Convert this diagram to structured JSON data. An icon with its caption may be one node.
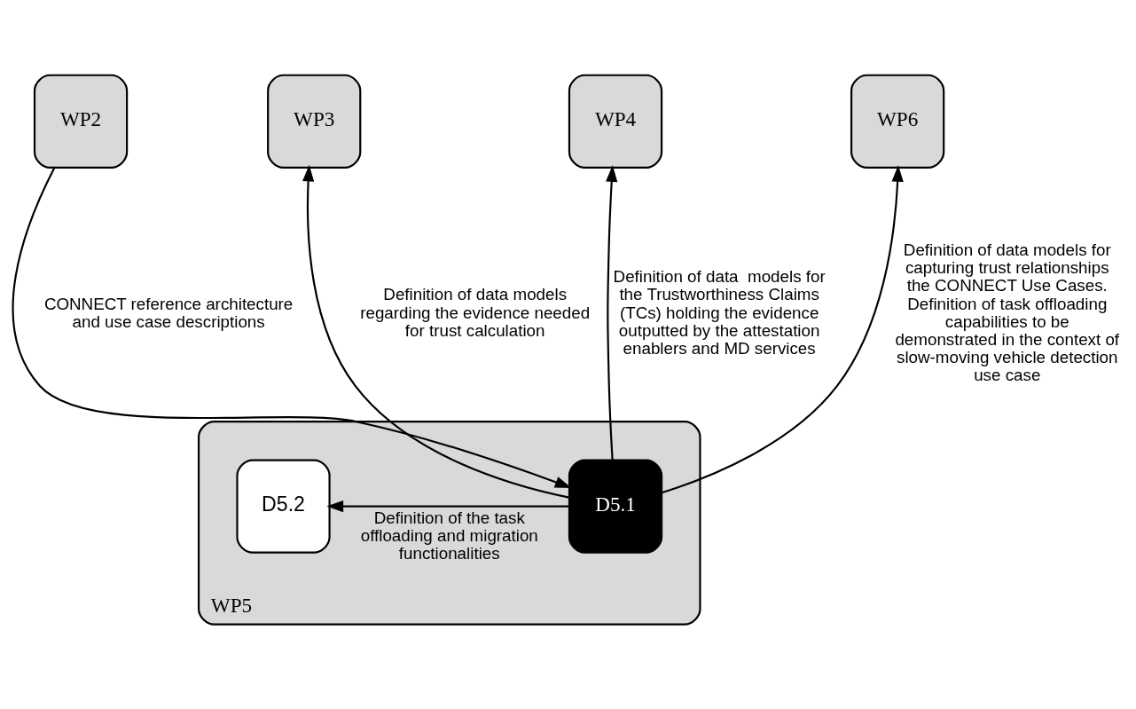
{
  "diagram": {
    "nodes": [
      {
        "text": [
          "WP2"
        ]
      },
      {
        "text": [
          "WP3"
        ]
      },
      {
        "text": [
          "WP4"
        ]
      },
      {
        "text": [
          "WP6"
        ]
      },
      {
        "text": [
          "WP5"
        ]
      },
      {
        "text": [
          "D5.1"
        ],
        "in": 4
      },
      {
        "text": [
          "D5.2"
        ],
        "in": 4
      }
    ],
    "edges": [
      {
        "from": 0,
        "to": 5,
        "arrow": "to",
        "label": "CONNECT reference architecture and use case descriptions"
      },
      {
        "from": 5,
        "to": 1,
        "arrow": "to",
        "label": "Definition of data models regarding the evidence needed for trust calculation"
      },
      {
        "from": 5,
        "to": 2,
        "arrow": "to",
        "label": "Definition of data  models for the Trustworthiness Claims (TCs) holding the evidence outputted by the attestation enablers and MD services"
      },
      {
        "from": 5,
        "to": 3,
        "arrow": "to",
        "label": "Definition of data models for capturing trust relationships the CONNECT Use Cases. Definition of task offloading capabilities to be demonstrated in the context of slow-moving vehicle detection use case"
      },
      {
        "from": 5,
        "to": 6,
        "arrow": "to",
        "label": "Definition of the task offloading and migration functionalities"
      }
    ]
  }
}
